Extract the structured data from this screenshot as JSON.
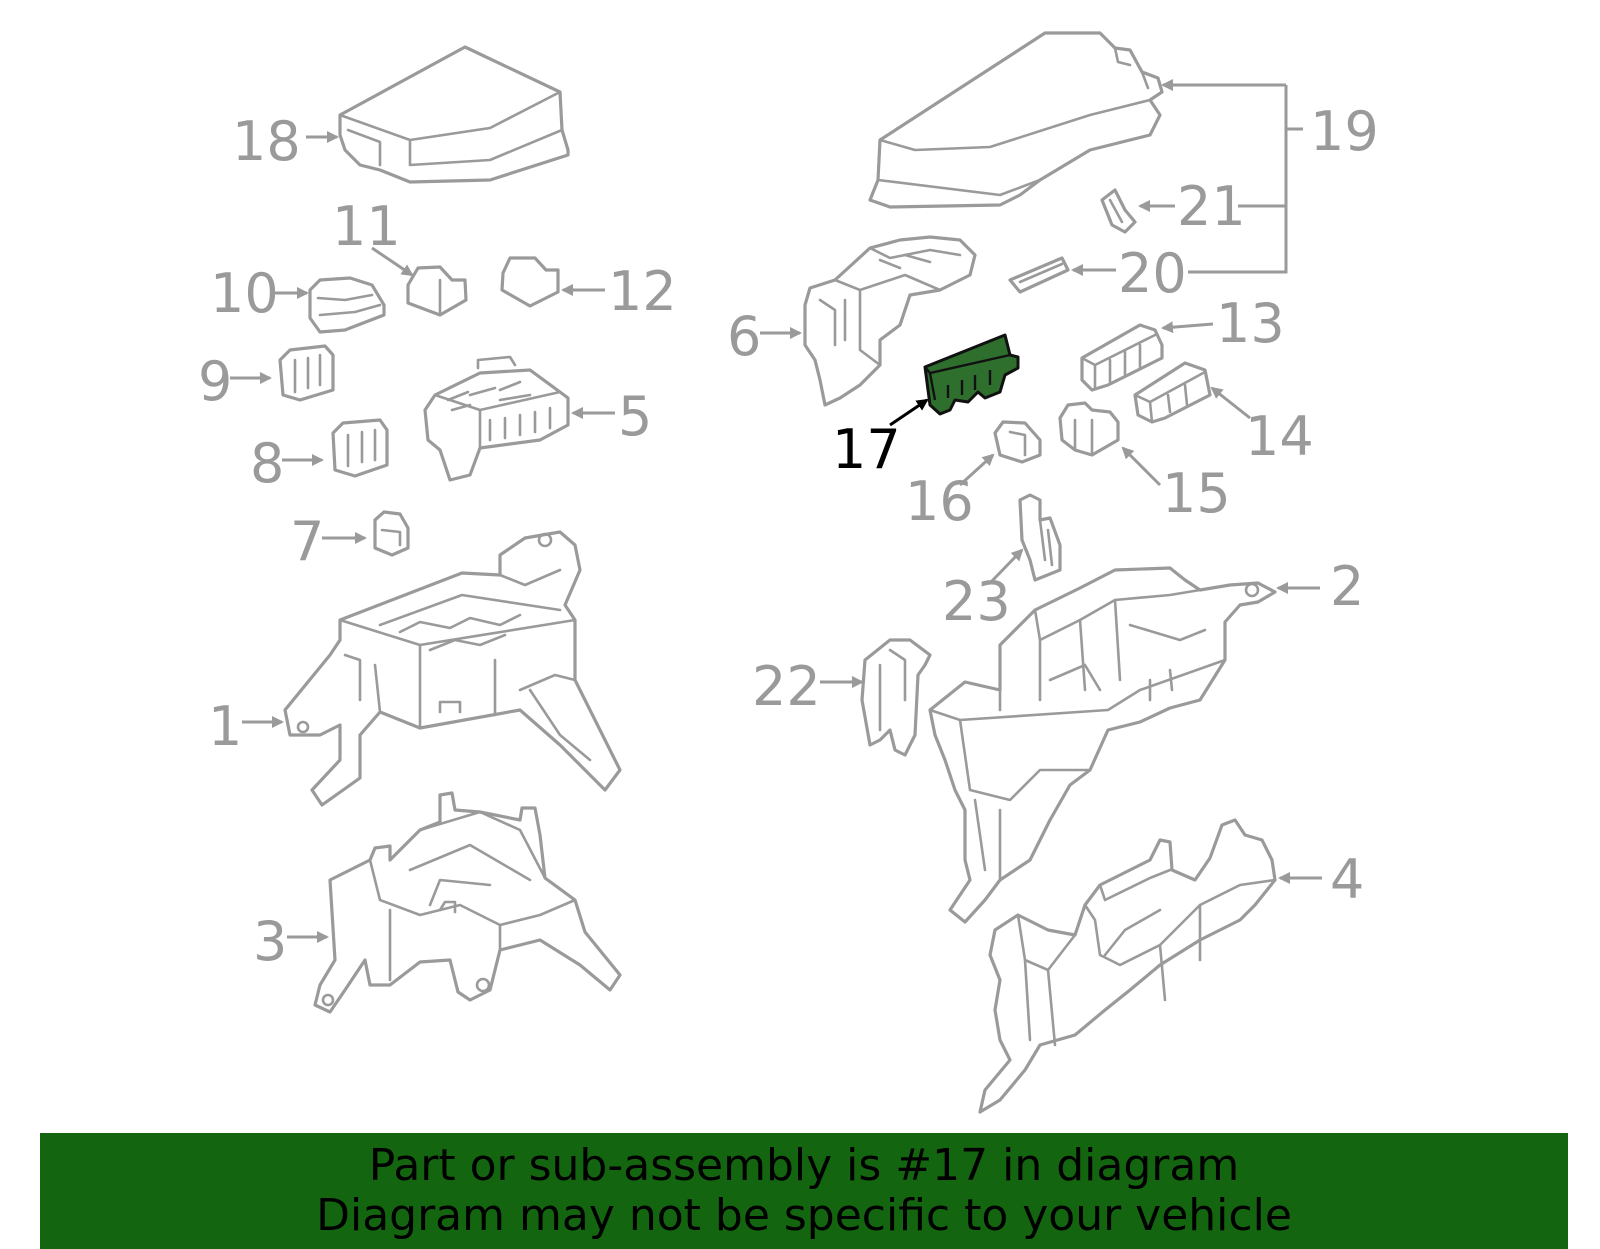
{
  "diagram": {
    "highlight_color": "#2e6f2e",
    "line_color": "#9a9a9a",
    "callouts": {
      "c1": "1",
      "c2": "2",
      "c3": "3",
      "c4": "4",
      "c5": "5",
      "c6": "6",
      "c7": "7",
      "c8": "8",
      "c9": "9",
      "c10": "10",
      "c11": "11",
      "c12": "12",
      "c13": "13",
      "c14": "14",
      "c15": "15",
      "c16": "16",
      "c17": "17",
      "c18": "18",
      "c19": "19",
      "c20": "20",
      "c21": "21",
      "c22": "22",
      "c23": "23"
    }
  },
  "banner": {
    "background": "#14650f",
    "line1": "Part or sub-assembly is #17 in diagram",
    "line2": "Diagram may not be specific to your vehicle"
  }
}
